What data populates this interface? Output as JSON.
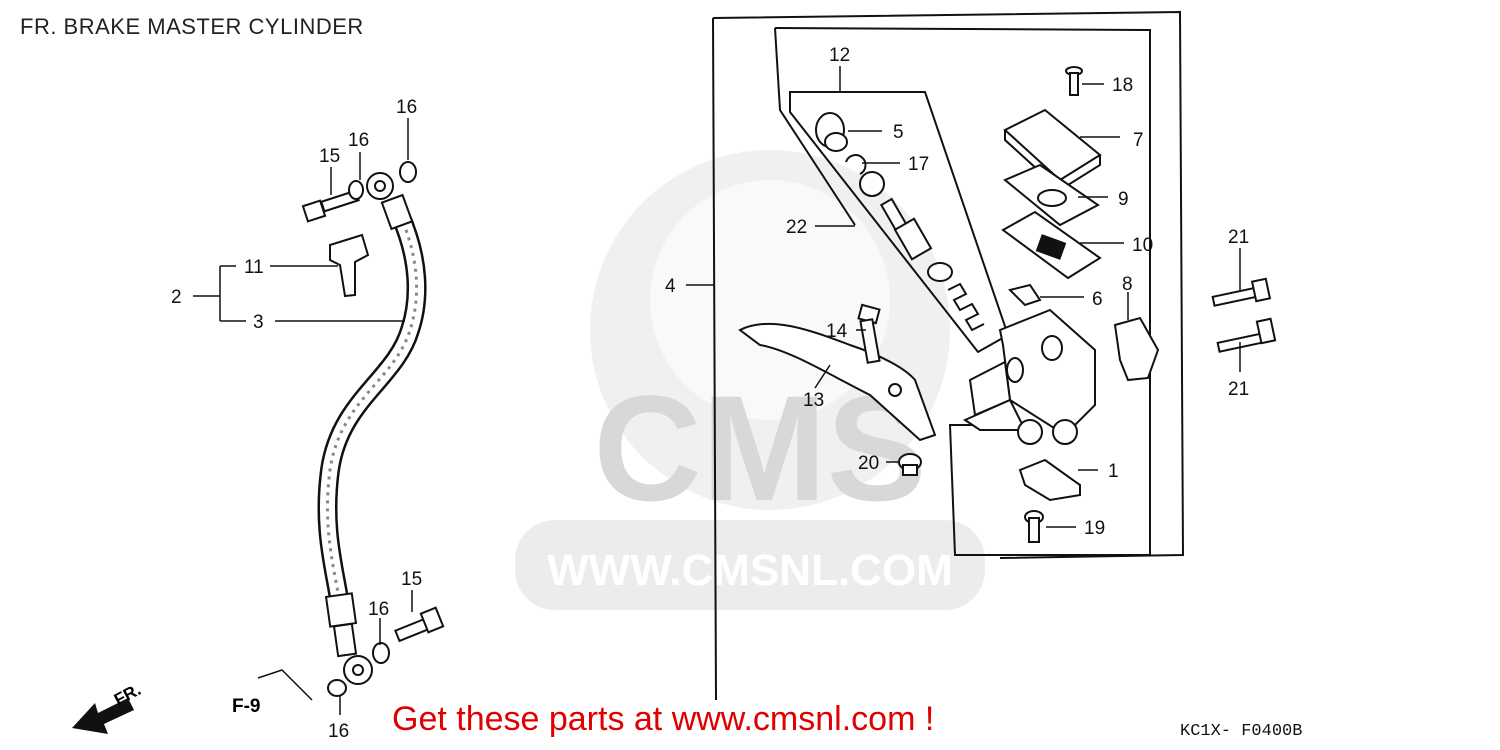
{
  "title": "FR. BRAKE MASTER CYLINDER",
  "footer": "Get these parts at www.cmsnl.com !",
  "ref_code": "KC1X- F0400B",
  "watermark": {
    "logo_text": "CMS",
    "url_text": "WWW.CMSNL.COM"
  },
  "direction_arrow": "FR.",
  "page_ref": "F-9",
  "colors": {
    "footer": "#e00000",
    "ink": "#111111",
    "watermark": "#e4e4e4"
  },
  "callouts": [
    {
      "id": "c1",
      "text": "1"
    },
    {
      "id": "c2",
      "text": "2"
    },
    {
      "id": "c3",
      "text": "3"
    },
    {
      "id": "c4",
      "text": "4"
    },
    {
      "id": "c5",
      "text": "5"
    },
    {
      "id": "c6",
      "text": "6"
    },
    {
      "id": "c7",
      "text": "7"
    },
    {
      "id": "c8",
      "text": "8"
    },
    {
      "id": "c9",
      "text": "9"
    },
    {
      "id": "c10",
      "text": "10"
    },
    {
      "id": "c11",
      "text": "11"
    },
    {
      "id": "c12",
      "text": "12"
    },
    {
      "id": "c13",
      "text": "13"
    },
    {
      "id": "c14",
      "text": "14"
    },
    {
      "id": "c15a",
      "text": "15"
    },
    {
      "id": "c15b",
      "text": "15"
    },
    {
      "id": "c16a",
      "text": "16"
    },
    {
      "id": "c16b",
      "text": "16"
    },
    {
      "id": "c16c",
      "text": "16"
    },
    {
      "id": "c16d",
      "text": "16"
    },
    {
      "id": "c17",
      "text": "17"
    },
    {
      "id": "c18",
      "text": "18"
    },
    {
      "id": "c19",
      "text": "19"
    },
    {
      "id": "c20",
      "text": "20"
    },
    {
      "id": "c21a",
      "text": "21"
    },
    {
      "id": "c21b",
      "text": "21"
    },
    {
      "id": "c22",
      "text": "22"
    }
  ]
}
